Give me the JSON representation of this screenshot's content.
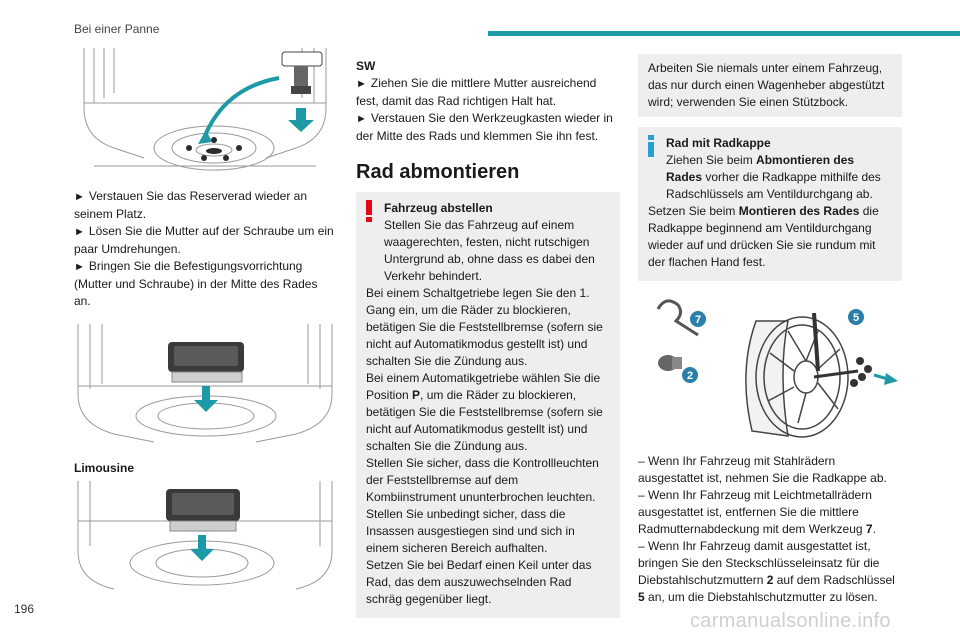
{
  "header": {
    "section": "Bei einer Panne",
    "accent_color": "#1d9aa6"
  },
  "page_number": "196",
  "watermark": "carmanualsonline.info",
  "col1": {
    "steps": [
      "Verstauen Sie das Reserverad wieder an seinem Platz.",
      "Lösen Sie die Mutter auf der Schraube um ein paar Umdrehungen.",
      "Bringen Sie die Befestigungsvorrichtung (Mutter und Schraube) in der Mitte des Rades an."
    ],
    "limousine_label": "Limousine"
  },
  "col2": {
    "sw_label": "SW",
    "sw_steps": [
      "Ziehen Sie die mittlere Mutter ausreichend fest, damit das Rad richtigen Halt hat.",
      "Verstauen Sie den Werkzeugkasten wieder in der Mitte des Rads und klemmen Sie ihn fest."
    ],
    "heading": "Rad abmontieren",
    "warning": {
      "title": "Fahrzeug abstellen",
      "lines": [
        "Stellen Sie das Fahrzeug auf einem waagerechten, festen, nicht rutschigen Untergrund ab, ohne dass es dabei den Verkehr behindert.",
        "Bei einem Schaltgetriebe legen Sie den 1. Gang ein, um die Räder zu blockieren, betätigen Sie die Feststellbremse (sofern sie nicht auf Automatikmodus gestellt ist) und schalten Sie die Zündung aus."
      ],
      "auto_a": "Bei einem Automatikgetriebe wählen Sie die Position ",
      "auto_p": "P",
      "auto_b": ", um die Räder zu blockieren, betätigen Sie die Feststellbremse (sofern sie nicht auf Automatikmodus gestellt ist) und schalten Sie die Zündung aus.",
      "tail": [
        "Stellen Sie sicher, dass die Kontrollleuchten der Feststellbremse auf dem Kombiinstrument ununterbrochen leuchten.",
        "Stellen Sie unbedingt sicher, dass die Insassen ausgestiegen sind und sich in einem sicheren Bereich aufhalten.",
        "Setzen Sie bei Bedarf einen Keil unter das Rad, das dem auszuwechselnden Rad schräg gegenüber liegt."
      ]
    }
  },
  "col3": {
    "caution": "Arbeiten Sie niemals unter einem Fahrzeug, das nur durch einen Wagenheber abgestützt wird; verwenden Sie einen Stützbock.",
    "info": {
      "title": "Rad mit Radkappe",
      "p1_a": "Ziehen Sie beim ",
      "p1_b": "Abmontieren des Rades",
      "p1_c": " vorher die Radkappe mithilfe des Radschlüssels am Ventildurchgang ab.",
      "p2_a": "Setzen Sie beim ",
      "p2_b": "Montieren des Rades",
      "p2_c": " die Radkappe beginnend am Ventildurchgang wieder auf und drücken Sie sie rundum mit der flachen Hand fest."
    },
    "callouts": {
      "c7": "7",
      "c5": "5",
      "c2": "2"
    },
    "callout_color": "#2a7fa8",
    "dash1": "Wenn Ihr Fahrzeug mit Stahlrädern ausgestattet ist, nehmen Sie die Radkappe ab.",
    "dash2_a": "Wenn Ihr Fahrzeug mit Leichtmetallrädern ausgestattet ist, entfernen Sie die mittlere Radmutternabdeckung mit dem Werkzeug ",
    "dash2_b": "7",
    "dash2_c": ".",
    "dash3_a": "Wenn Ihr Fahrzeug damit ausgestattet ist, bringen Sie den Steckschlüsseleinsatz für die Diebstahlschutzmuttern ",
    "dash3_b": "2",
    "dash3_c": " auf dem Radschlüssel ",
    "dash3_d": "5",
    "dash3_e": " an, um die Diebstahlschutzmutter zu lösen."
  }
}
